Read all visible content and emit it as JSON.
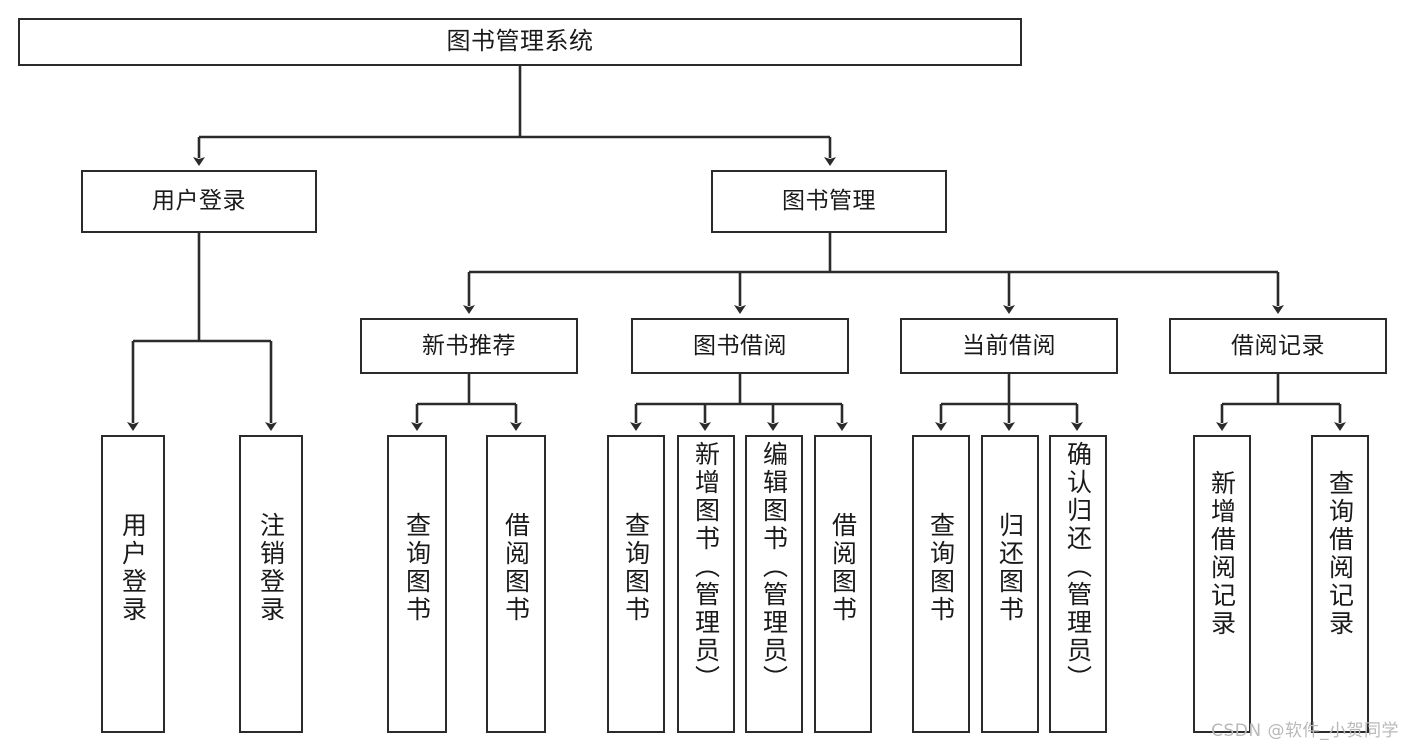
{
  "diagram": {
    "title": "图书管理系统",
    "type": "tree",
    "watermark": "CSDN @软件_小贺同学",
    "colors": {
      "box_border": "#2b2b2b",
      "box_fill": "#ffffff",
      "edge": "#2b2b2b",
      "text": "#1a1a1a",
      "watermark": "#b9b9b9",
      "background": "#ffffff"
    },
    "nodes": {
      "root": {
        "label": "图书管理系统",
        "level": 0,
        "orientation": "horizontal"
      },
      "l1": [
        {
          "id": "user_login",
          "label": "用户登录",
          "level": 1,
          "orientation": "horizontal"
        },
        {
          "id": "book_mgmt",
          "label": "图书管理",
          "level": 1,
          "orientation": "horizontal"
        }
      ],
      "l2": [
        {
          "id": "new_book_rec",
          "label": "新书推荐",
          "level": 2,
          "orientation": "horizontal",
          "parent": "book_mgmt"
        },
        {
          "id": "book_borrow",
          "label": "图书借阅",
          "level": 2,
          "orientation": "horizontal",
          "parent": "book_mgmt"
        },
        {
          "id": "current_borrow",
          "label": "当前借阅",
          "level": 2,
          "orientation": "horizontal",
          "parent": "book_mgmt"
        },
        {
          "id": "borrow_record",
          "label": "借阅记录",
          "level": 2,
          "orientation": "horizontal",
          "parent": "book_mgmt"
        }
      ],
      "leaves": [
        {
          "id": "leaf_user_login",
          "label": "用户登录",
          "parent": "user_login",
          "orientation": "vertical"
        },
        {
          "id": "leaf_logout",
          "label": "注销登录",
          "parent": "user_login",
          "orientation": "vertical"
        },
        {
          "id": "leaf_query_book_1",
          "label": "查询图书",
          "parent": "new_book_rec",
          "orientation": "vertical"
        },
        {
          "id": "leaf_borrow_book_1",
          "label": "借阅图书",
          "parent": "new_book_rec",
          "orientation": "vertical"
        },
        {
          "id": "leaf_query_book_2",
          "label": "查询图书",
          "parent": "book_borrow",
          "orientation": "vertical"
        },
        {
          "id": "leaf_add_book",
          "label": "新增图书（管理员）",
          "parent": "book_borrow",
          "orientation": "vertical"
        },
        {
          "id": "leaf_edit_book",
          "label": "编辑图书（管理员）",
          "parent": "book_borrow",
          "orientation": "vertical"
        },
        {
          "id": "leaf_borrow_book_2",
          "label": "借阅图书",
          "parent": "book_borrow",
          "orientation": "vertical"
        },
        {
          "id": "leaf_query_book_3",
          "label": "查询图书",
          "parent": "current_borrow",
          "orientation": "vertical"
        },
        {
          "id": "leaf_return_book",
          "label": "归还图书",
          "parent": "current_borrow",
          "orientation": "vertical"
        },
        {
          "id": "leaf_confirm_return",
          "label": "确认归还（管理员）",
          "parent": "current_borrow",
          "orientation": "vertical"
        },
        {
          "id": "leaf_add_record",
          "label": "新增借阅记录",
          "parent": "borrow_record",
          "orientation": "vertical"
        },
        {
          "id": "leaf_query_record",
          "label": "查询借阅记录",
          "parent": "borrow_record",
          "orientation": "vertical"
        }
      ]
    }
  }
}
